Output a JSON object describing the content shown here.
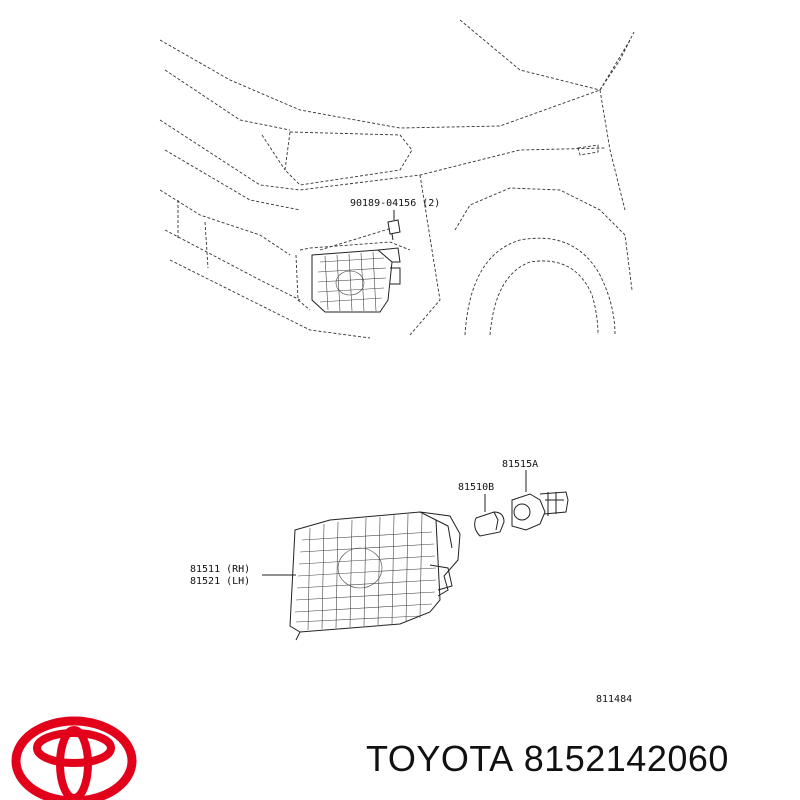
{
  "labels": {
    "clip": "90189-04156 (2)",
    "socket": "81515A",
    "bulb": "81510B",
    "lamp_rh": "81511 (RH)",
    "lamp_lh": "81521 (LH)",
    "drawing_no": "811484"
  },
  "brand": {
    "name": "TOYOTA",
    "part_number": "8152142060",
    "logo_color": "#e3001b"
  }
}
